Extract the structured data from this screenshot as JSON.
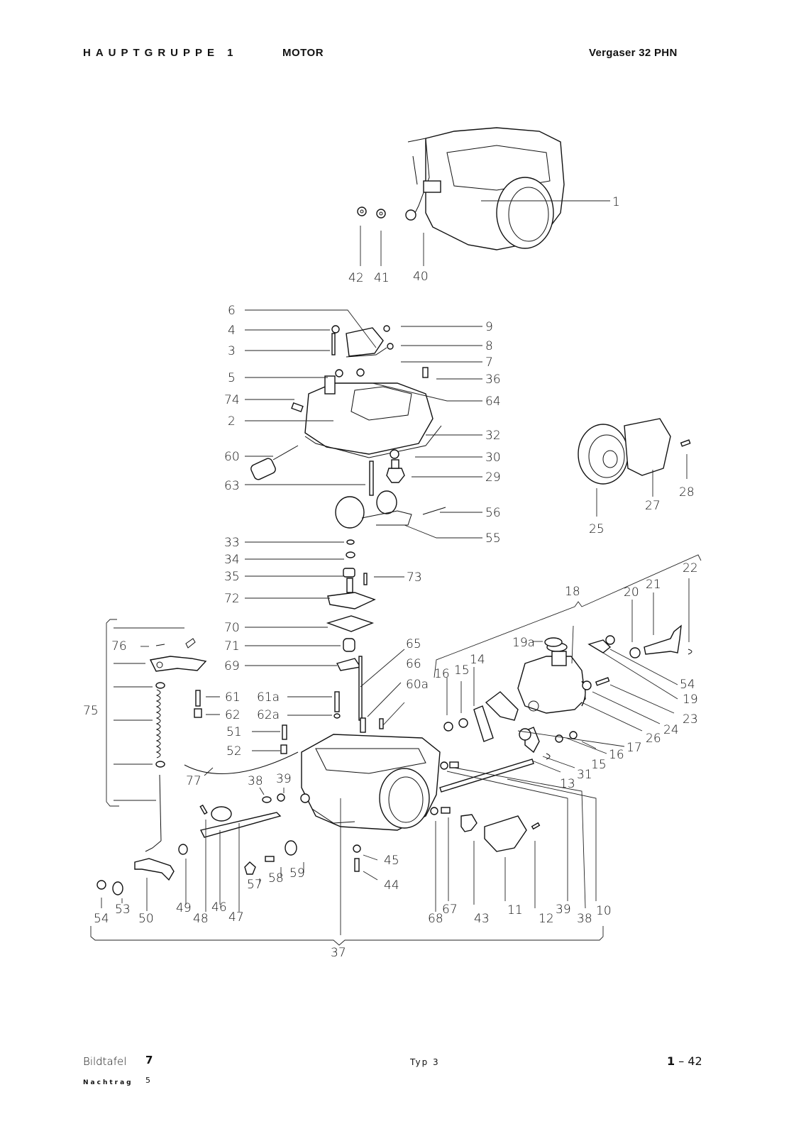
{
  "header": {
    "group": "HAUPTGRUPPE 1",
    "section": "MOTOR",
    "title": "Vergaser 32 PHN"
  },
  "footer": {
    "plate_label": "Bildtafel",
    "plate_number": "7",
    "type": "Typ 3",
    "page_major": "1",
    "page_sep": "–",
    "page_minor": "42",
    "supplement_label": "Nachtrag",
    "supplement_number": "5"
  },
  "diagram": {
    "title": "Carburettor 32 PHN exploded view",
    "callouts": {
      "c1": "1",
      "c2": "2",
      "c3": "3",
      "c4": "4",
      "c5": "5",
      "c6": "6",
      "c7": "7",
      "c8": "8",
      "c9": "9",
      "c10": "10",
      "c11": "11",
      "c12": "12",
      "c13": "13",
      "c14": "14",
      "c15a": "15",
      "c15b": "15",
      "c16a": "16",
      "c16b": "16",
      "c17": "17",
      "c18": "18",
      "c19": "19",
      "c19a": "19a",
      "c20": "20",
      "c21": "21",
      "c22": "22",
      "c23": "23",
      "c24": "24",
      "c25": "25",
      "c26": "26",
      "c27": "27",
      "c28": "28",
      "c29": "29",
      "c30": "30",
      "c31": "31",
      "c32": "32",
      "c33": "33",
      "c34": "34",
      "c35": "35",
      "c36": "36",
      "c37": "37",
      "c38a": "38",
      "c38b": "38",
      "c39a": "39",
      "c39b": "39",
      "c40": "40",
      "c41": "41",
      "c42": "42",
      "c43": "43",
      "c44": "44",
      "c45": "45",
      "c46": "46",
      "c47": "47",
      "c48": "48",
      "c49": "49",
      "c50": "50",
      "c51": "51",
      "c52": "52",
      "c53": "53",
      "c54a": "54",
      "c54b": "54",
      "c55": "55",
      "c56": "56",
      "c57": "57",
      "c58": "58",
      "c59": "59",
      "c60": "60",
      "c60a": "60a",
      "c61": "61",
      "c61a": "61a",
      "c62": "62",
      "c62a": "62a",
      "c63": "63",
      "c64": "64",
      "c65": "65",
      "c66": "66",
      "c69": "69",
      "c70": "70",
      "c71": "71",
      "c72": "72",
      "c73": "73",
      "c74": "74",
      "c75": "75",
      "c76": "76",
      "c77": "77",
      "c67": "67",
      "c68": "68"
    }
  }
}
